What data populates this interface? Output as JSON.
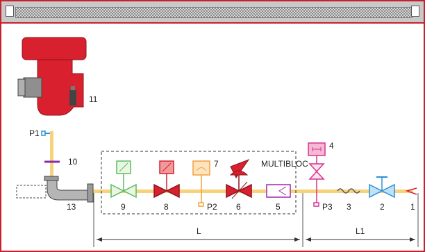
{
  "labels": {
    "burner": "11",
    "p1": "P1",
    "n10": "10",
    "n13": "13",
    "n9": "9",
    "n8": "8",
    "n7": "7",
    "p2": "P2",
    "n6": "6",
    "multibloc": "MULTIBLOC",
    "n5": "5",
    "n4": "4",
    "p3": "P3",
    "n3": "3",
    "n2": "2",
    "n1": "1",
    "dim_l": "L",
    "dim_l1": "L1"
  },
  "colors": {
    "pipe": "#f6d27a",
    "burner_red": "#d8202e",
    "frame": "#c8202c",
    "green": "#5dbb63",
    "red_valve": "#d8202e",
    "orange": "#f2a23a",
    "purple": "#a02aa8",
    "magenta": "#d6348f",
    "blue": "#2a90d8"
  },
  "icons": [
    "burner-icon",
    "pressure-tap-icon",
    "elbow-pipe-icon",
    "solenoid-valve-icon",
    "pressure-switch-icon",
    "regulator-valve-icon",
    "filter-icon",
    "gas-cock-icon",
    "flexible-joint-icon",
    "ball-valve-icon",
    "gas-inlet-icon"
  ]
}
